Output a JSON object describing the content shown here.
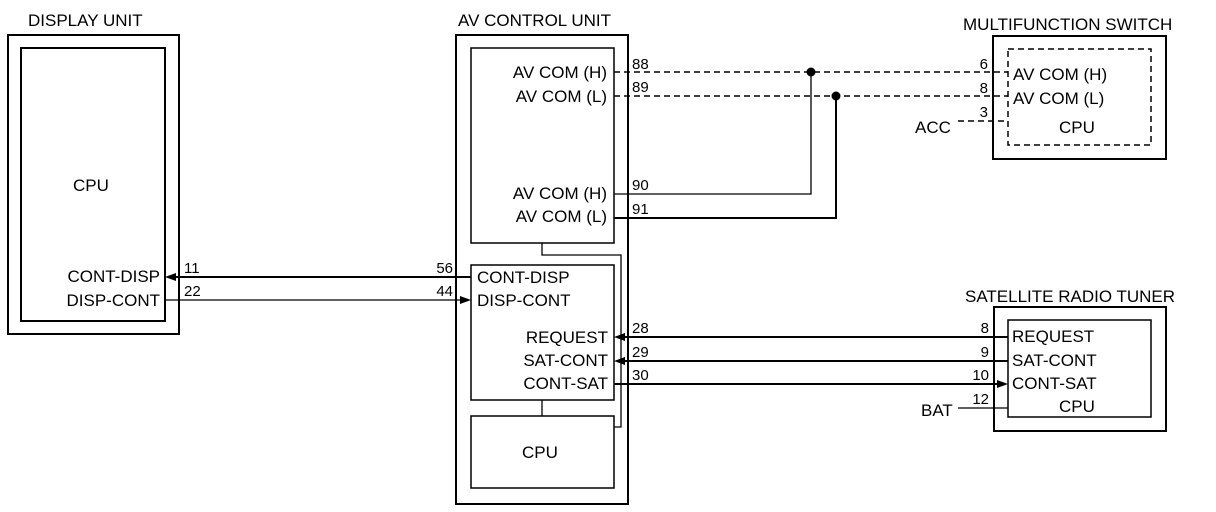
{
  "diagram": {
    "display_unit": {
      "title": "DISPLAY UNIT",
      "cpu_label": "CPU",
      "signals": [
        "CONT-DISP",
        "DISP-CONT"
      ],
      "pins": [
        "11",
        "22"
      ]
    },
    "av_control_unit": {
      "title": "AV CONTROL UNIT",
      "upper_block": {
        "signals": [
          "AV COM (H)",
          "AV COM (L)",
          "AV COM (H)",
          "AV COM (L)"
        ],
        "pins": [
          "88",
          "89",
          "90",
          "91"
        ]
      },
      "lower_block": {
        "signals_left": [
          "CONT-DISP",
          "DISP-CONT"
        ],
        "pins_left": [
          "56",
          "44"
        ],
        "signals_right": [
          "REQUEST",
          "SAT-CONT",
          "CONT-SAT"
        ],
        "pins_right": [
          "28",
          "29",
          "30"
        ]
      },
      "cpu_label": "CPU"
    },
    "multifunction_switch": {
      "title": "MULTIFUNCTION SWITCH",
      "signals": [
        "AV COM (H)",
        "AV COM (L)"
      ],
      "cpu_label": "CPU",
      "pins": [
        "6",
        "8",
        "3"
      ],
      "acc_label": "ACC"
    },
    "satellite_radio_tuner": {
      "title": "SATELLITE RADIO TUNER",
      "signals": [
        "REQUEST",
        "SAT-CONT",
        "CONT-SAT"
      ],
      "cpu_label": "CPU",
      "pins": [
        "8",
        "9",
        "10",
        "12"
      ],
      "bat_label": "BAT"
    }
  }
}
